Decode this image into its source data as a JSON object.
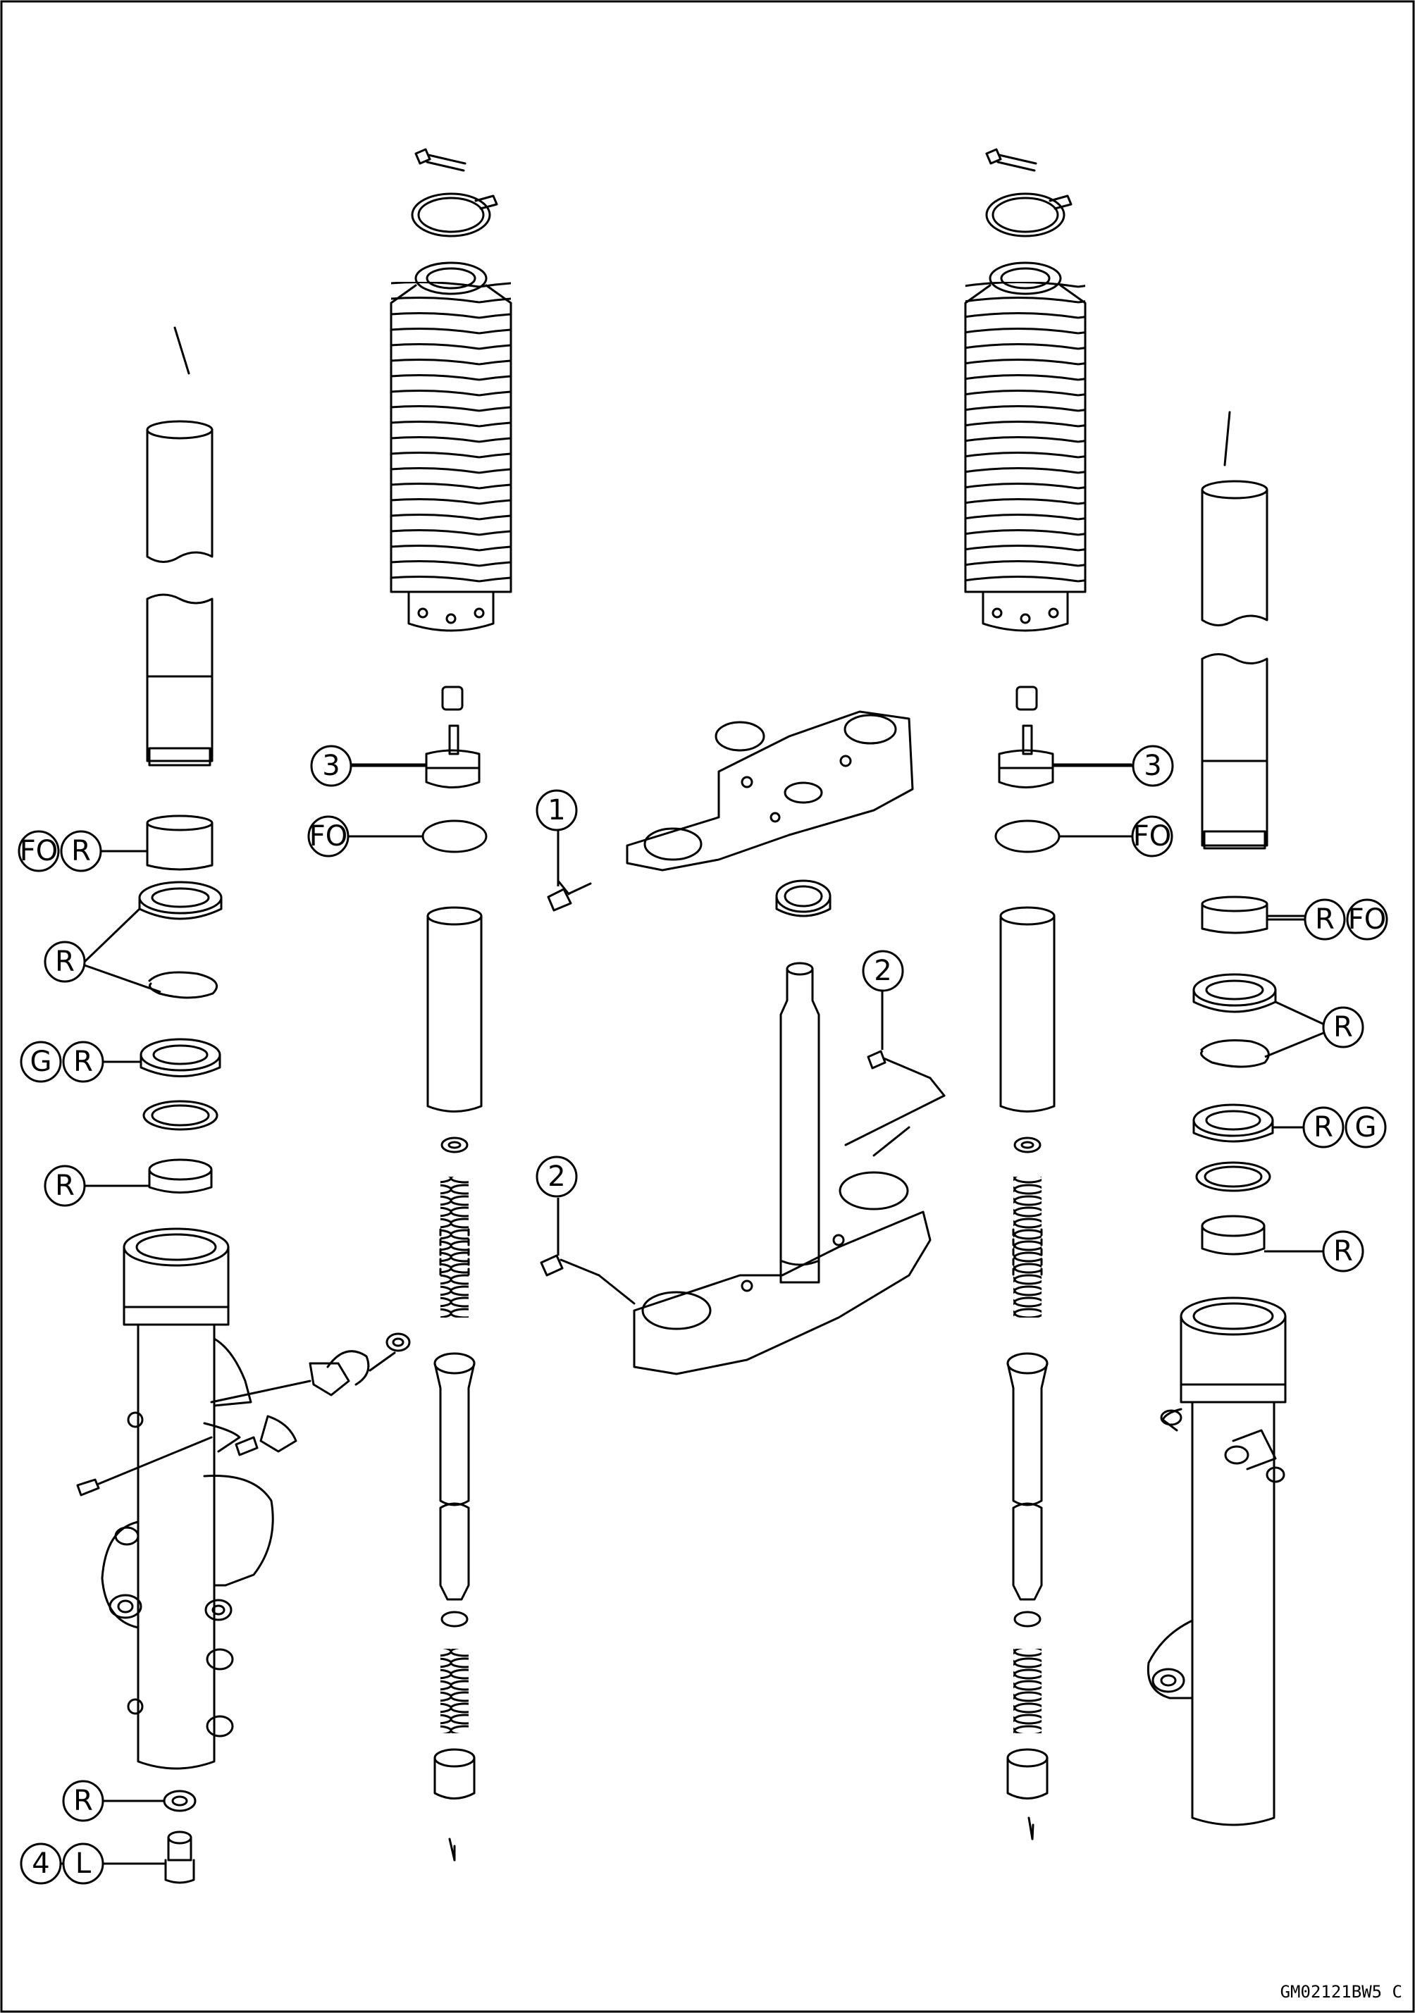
{
  "diagram": {
    "figure_code": "GM02121BW5 C",
    "callouts": {
      "part_1": "1",
      "part_2": "2",
      "part_3": "3",
      "part_4": "4"
    },
    "symbols": {
      "fork_oil": "FO",
      "replace": "R",
      "grease": "G",
      "lock_agent": "L"
    }
  }
}
